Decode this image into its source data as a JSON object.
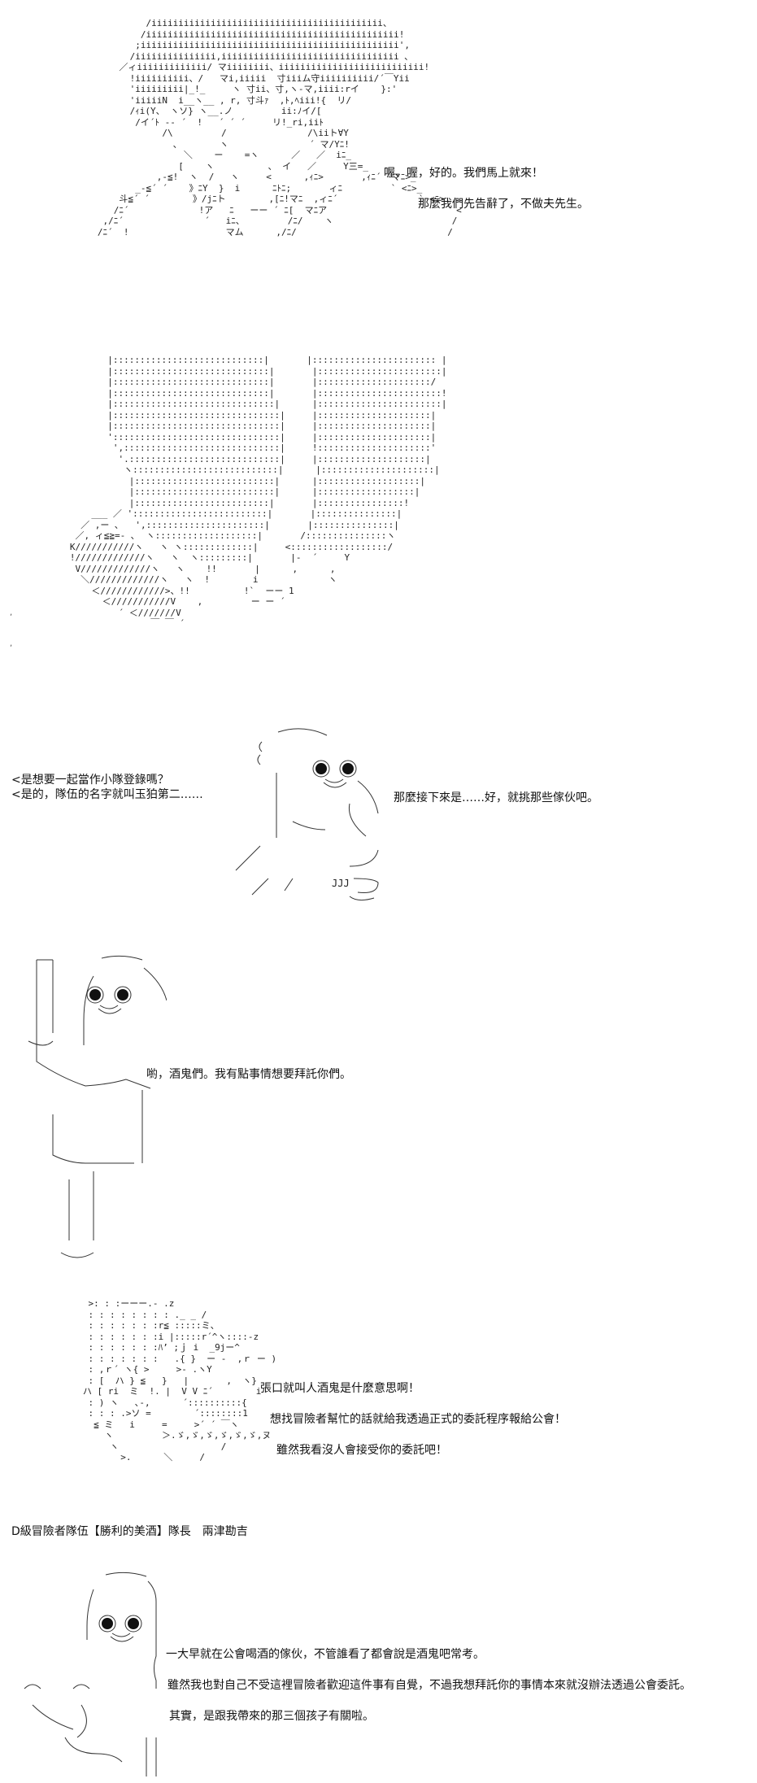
{
  "panels": {
    "p1": {
      "lines": [
        "喔、喔，好的。我們馬上就來！",
        "那麼我們先告辭了，不做夫先生。"
      ]
    },
    "p3": {
      "left_lines": [
        "<是想要一起當作小隊登錄嗎？",
        "<是的，隊伍的名字就叫玉狛第二……"
      ],
      "line": "那麼接下來是……好，就挑那些傢伙吧。"
    },
    "p4": {
      "line": "喲，酒鬼們。我有點事情想要拜託你們。"
    },
    "p5": {
      "lines": [
        "張口就叫人酒鬼是什麼意思啊！",
        "想找冒險者幫忙的話就給我透過正式的委託程序報給公會！",
        "雖然我看沒人會接受你的委託吧！"
      ],
      "caption": "D級冒險者隊伍【勝利的美酒】隊長　兩津勘吉"
    },
    "p6": {
      "lines": [
        "一大早就在公會喝酒的傢伙，不管誰看了都會說是酒鬼吧常考。",
        "雖然我也對自己不受這裡冒險者歡迎這件事有自覺，不過我想拜託你的事情本來就沒辦法透過公會委託。",
        "其實，是跟我帶來的那三個孩子有關啦。"
      ]
    }
  }
}
